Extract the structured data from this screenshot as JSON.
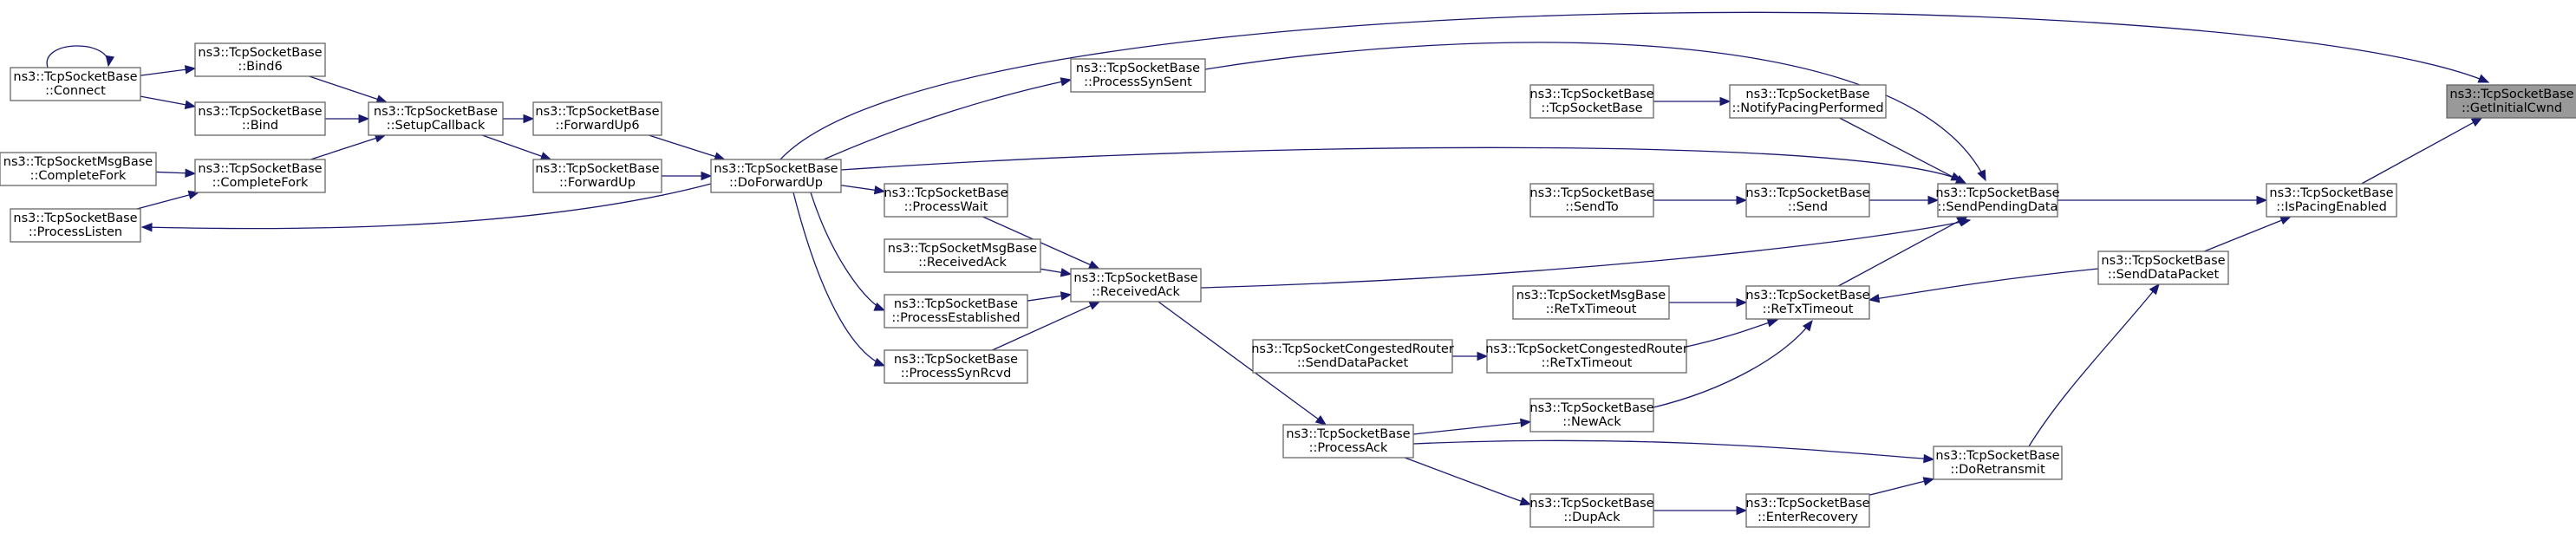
{
  "nodes": [
    {
      "id": "getinitialcwnd",
      "l1": "ns3::TcpSocketBase",
      "l2": "::GetInitialCwnd"
    },
    {
      "id": "ispacingenabled",
      "l1": "ns3::TcpSocketBase",
      "l2": "::IsPacingEnabled"
    },
    {
      "id": "sendpendingdata",
      "l1": "ns3::TcpSocketBase",
      "l2": "::SendPendingData"
    },
    {
      "id": "senddatapacket",
      "l1": "ns3::TcpSocketBase",
      "l2": "::SendDataPacket"
    },
    {
      "id": "doretransmit",
      "l1": "ns3::TcpSocketBase",
      "l2": "::DoRetransmit"
    },
    {
      "id": "retxtimeout",
      "l1": "ns3::TcpSocketBase",
      "l2": "::ReTxTimeout"
    },
    {
      "id": "send",
      "l1": "ns3::TcpSocketBase",
      "l2": "::Send"
    },
    {
      "id": "notifypacing",
      "l1": "ns3::TcpSocketBase",
      "l2": "::NotifyPacingPerformed"
    },
    {
      "id": "tcpsocketbase",
      "l1": "ns3::TcpSocketBase",
      "l2": "::TcpSocketBase"
    },
    {
      "id": "sendto",
      "l1": "ns3::TcpSocketBase",
      "l2": "::SendTo"
    },
    {
      "id": "msgretx",
      "l1": "ns3::TcpSocketMsgBase",
      "l2": "::ReTxTimeout"
    },
    {
      "id": "congretx",
      "l1": "ns3::TcpSocketCongestedRouter",
      "l2": "::ReTxTimeout"
    },
    {
      "id": "congsend",
      "l1": "ns3::TcpSocketCongestedRouter",
      "l2": "::SendDataPacket"
    },
    {
      "id": "newack",
      "l1": "ns3::TcpSocketBase",
      "l2": "::NewAck"
    },
    {
      "id": "processack",
      "l1": "ns3::TcpSocketBase",
      "l2": "::ProcessAck"
    },
    {
      "id": "dupack",
      "l1": "ns3::TcpSocketBase",
      "l2": "::DupAck"
    },
    {
      "id": "enterrecovery",
      "l1": "ns3::TcpSocketBase",
      "l2": "::EnterRecovery"
    },
    {
      "id": "receivedack",
      "l1": "ns3::TcpSocketBase",
      "l2": "::ReceivedAck"
    },
    {
      "id": "processwait",
      "l1": "ns3::TcpSocketBase",
      "l2": "::ProcessWait"
    },
    {
      "id": "msgreceivedack",
      "l1": "ns3::TcpSocketMsgBase",
      "l2": "::ReceivedAck"
    },
    {
      "id": "processestablished",
      "l1": "ns3::TcpSocketBase",
      "l2": "::ProcessEstablished"
    },
    {
      "id": "processsynrcvd",
      "l1": "ns3::TcpSocketBase",
      "l2": "::ProcessSynRcvd"
    },
    {
      "id": "doforwardup",
      "l1": "ns3::TcpSocketBase",
      "l2": "::DoForwardUp"
    },
    {
      "id": "processsynsent",
      "l1": "ns3::TcpSocketBase",
      "l2": "::ProcessSynSent"
    },
    {
      "id": "forwardup6",
      "l1": "ns3::TcpSocketBase",
      "l2": "::ForwardUp6"
    },
    {
      "id": "forwardup",
      "l1": "ns3::TcpSocketBase",
      "l2": "::ForwardUp"
    },
    {
      "id": "setupcallback",
      "l1": "ns3::TcpSocketBase",
      "l2": "::SetupCallback"
    },
    {
      "id": "bind6",
      "l1": "ns3::TcpSocketBase",
      "l2": "::Bind6"
    },
    {
      "id": "bind",
      "l1": "ns3::TcpSocketBase",
      "l2": "::Bind"
    },
    {
      "id": "completefork",
      "l1": "ns3::TcpSocketBase",
      "l2": "::CompleteFork"
    },
    {
      "id": "connect",
      "l1": "ns3::TcpSocketBase",
      "l2": "::Connect"
    },
    {
      "id": "msgcompletefork",
      "l1": "ns3::TcpSocketMsgBase",
      "l2": "::CompleteFork"
    },
    {
      "id": "processlisten",
      "l1": "ns3::TcpSocketBase",
      "l2": "::ProcessListen"
    }
  ],
  "edges": [
    [
      "ispacingenabled",
      "getinitialcwnd"
    ],
    [
      "sendpendingdata",
      "ispacingenabled"
    ],
    [
      "senddatapacket",
      "ispacingenabled"
    ],
    [
      "doforwardup",
      "getinitialcwnd"
    ],
    [
      "processsynsent",
      "sendpendingdata"
    ],
    [
      "notifypacing",
      "sendpendingdata"
    ],
    [
      "tcpsocketbase",
      "notifypacing"
    ],
    [
      "doforwardup",
      "sendpendingdata"
    ],
    [
      "send",
      "sendpendingdata"
    ],
    [
      "sendto",
      "send"
    ],
    [
      "receivedack",
      "sendpendingdata"
    ],
    [
      "retxtimeout",
      "sendpendingdata"
    ],
    [
      "senddatapacket",
      "retxtimeout"
    ],
    [
      "doretransmit",
      "senddatapacket"
    ],
    [
      "msgretx",
      "retxtimeout"
    ],
    [
      "congretx",
      "retxtimeout"
    ],
    [
      "congsend",
      "congretx"
    ],
    [
      "newack",
      "retxtimeout"
    ],
    [
      "processack",
      "newack"
    ],
    [
      "processack",
      "doretransmit"
    ],
    [
      "processack",
      "dupack"
    ],
    [
      "dupack",
      "enterrecovery"
    ],
    [
      "enterrecovery",
      "doretransmit"
    ],
    [
      "receivedack",
      "processack"
    ],
    [
      "processwait",
      "receivedack"
    ],
    [
      "msgreceivedack",
      "receivedack"
    ],
    [
      "processestablished",
      "receivedack"
    ],
    [
      "processsynrcvd",
      "receivedack"
    ],
    [
      "doforwardup",
      "processwait"
    ],
    [
      "doforwardup",
      "processestablished"
    ],
    [
      "doforwardup",
      "processsynrcvd"
    ],
    [
      "doforwardup",
      "processsynsent"
    ],
    [
      "doforwardup",
      "processlisten"
    ],
    [
      "forwardup6",
      "doforwardup"
    ],
    [
      "forwardup",
      "doforwardup"
    ],
    [
      "setupcallback",
      "forwardup6"
    ],
    [
      "setupcallback",
      "forwardup"
    ],
    [
      "bind6",
      "setupcallback"
    ],
    [
      "bind",
      "setupcallback"
    ],
    [
      "completefork",
      "setupcallback"
    ],
    [
      "connect",
      "bind6"
    ],
    [
      "connect",
      "bind"
    ],
    [
      "connect",
      "connect"
    ],
    [
      "msgcompletefork",
      "completefork"
    ],
    [
      "processlisten",
      "completefork"
    ]
  ]
}
